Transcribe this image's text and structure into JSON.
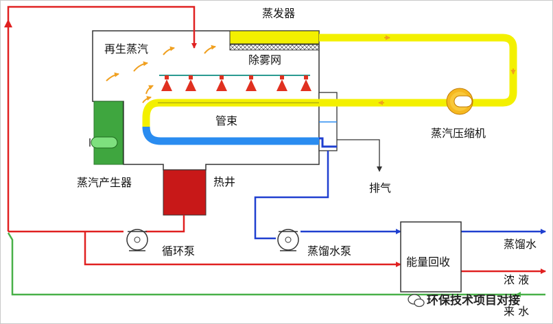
{
  "labels": {
    "evaporator": "蒸发器",
    "regen_steam": "再生蒸汽",
    "demister": "除雾网",
    "tube_bundle": "管束",
    "compressor": "蒸汽压缩机",
    "steam_generator": "蒸汽产生器",
    "hot_well": "热井",
    "vent": "排气",
    "circulation_pump": "循环泵",
    "distillate_pump": "蒸馏水泵",
    "energy_recovery": "能量回收",
    "distillate_out": "蒸馏水",
    "concentrate_out": "浓 液",
    "feed_water": "来 水"
  },
  "watermark": "环保技术项目对接",
  "colors": {
    "hot_line": "#e02020",
    "distillate_line": "#1f3fd0",
    "feed_line": "#48b048",
    "steam": "#f3f000",
    "condensate": "#2a8cf0",
    "steam_generator_box": "#3fa63f",
    "hot_well_box": "#c81818",
    "spray_nozzle": "#e03020"
  }
}
